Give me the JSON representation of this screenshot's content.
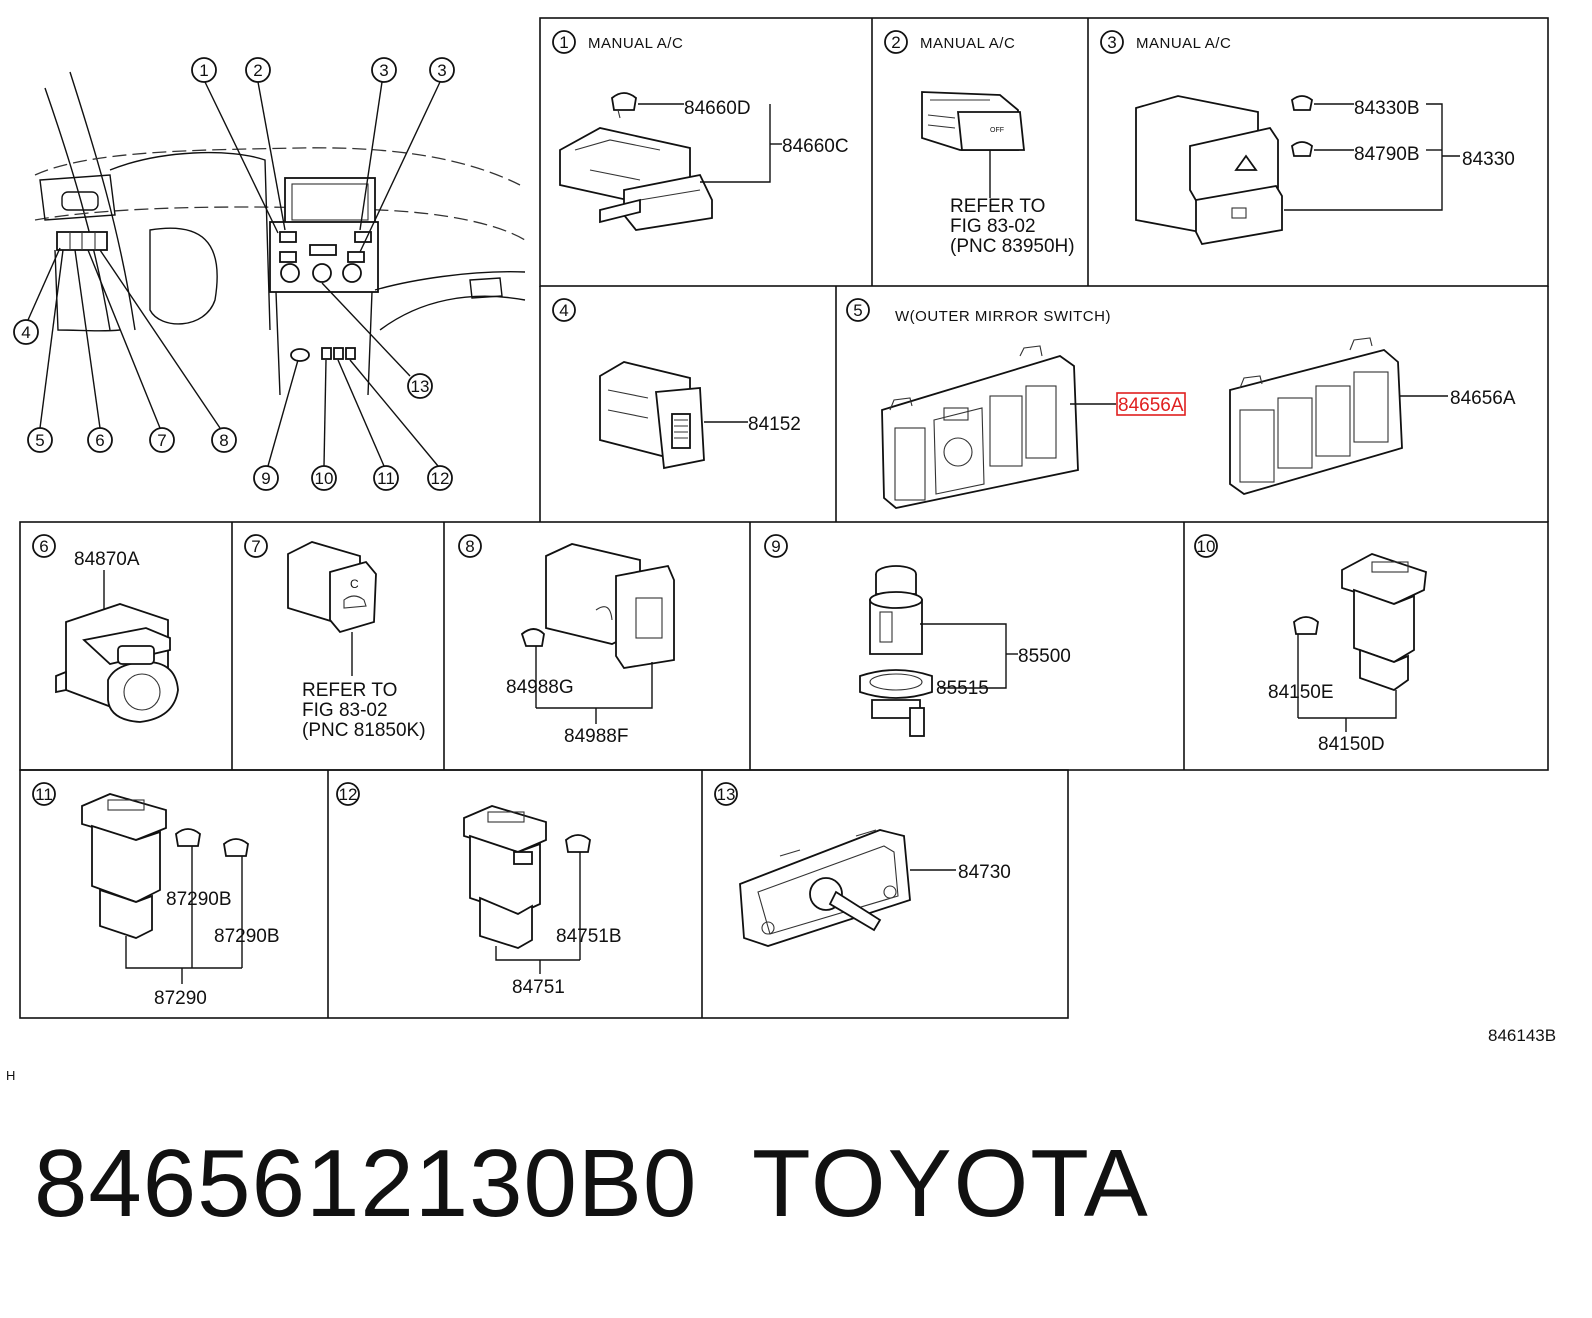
{
  "title": {
    "part_number": "8465612130B0",
    "brand": "TOYOTA"
  },
  "diagram_code": "846143B",
  "corner_mark": "H",
  "overview": {
    "callouts": [
      "1",
      "2",
      "3",
      "3",
      "4",
      "5",
      "6",
      "7",
      "8",
      "9",
      "10",
      "11",
      "12",
      "13"
    ]
  },
  "panels": [
    {
      "num": "1",
      "header": "MANUAL A/C",
      "labels": [
        "84660D",
        "84660C"
      ]
    },
    {
      "num": "2",
      "header": "MANUAL A/C",
      "refer": [
        "REFER TO",
        "FIG  83-02",
        "(PNC 83950H)"
      ]
    },
    {
      "num": "3",
      "header": "MANUAL A/C",
      "labels": [
        "84330B",
        "84790B",
        "84330"
      ]
    },
    {
      "num": "4",
      "labels": [
        "84152"
      ]
    },
    {
      "num": "5",
      "header": "W(OUTER MIRROR SWITCH)",
      "labels": [
        "84656A",
        "84656A"
      ],
      "highlight": "84656A",
      "highlight_color": "#e02020"
    },
    {
      "num": "6",
      "labels": [
        "84870A"
      ]
    },
    {
      "num": "7",
      "refer": [
        "REFER TO",
        "FIG   83-02",
        "(PNC 81850K)"
      ]
    },
    {
      "num": "8",
      "labels": [
        "84988G",
        "84988F"
      ]
    },
    {
      "num": "9",
      "labels": [
        "85500",
        "85515"
      ]
    },
    {
      "num": "10",
      "labels": [
        "84150E",
        "84150D"
      ]
    },
    {
      "num": "11",
      "labels": [
        "87290B",
        "87290B",
        "87290"
      ]
    },
    {
      "num": "12",
      "labels": [
        "84751B",
        "84751"
      ]
    },
    {
      "num": "13",
      "labels": [
        "84730"
      ]
    }
  ]
}
